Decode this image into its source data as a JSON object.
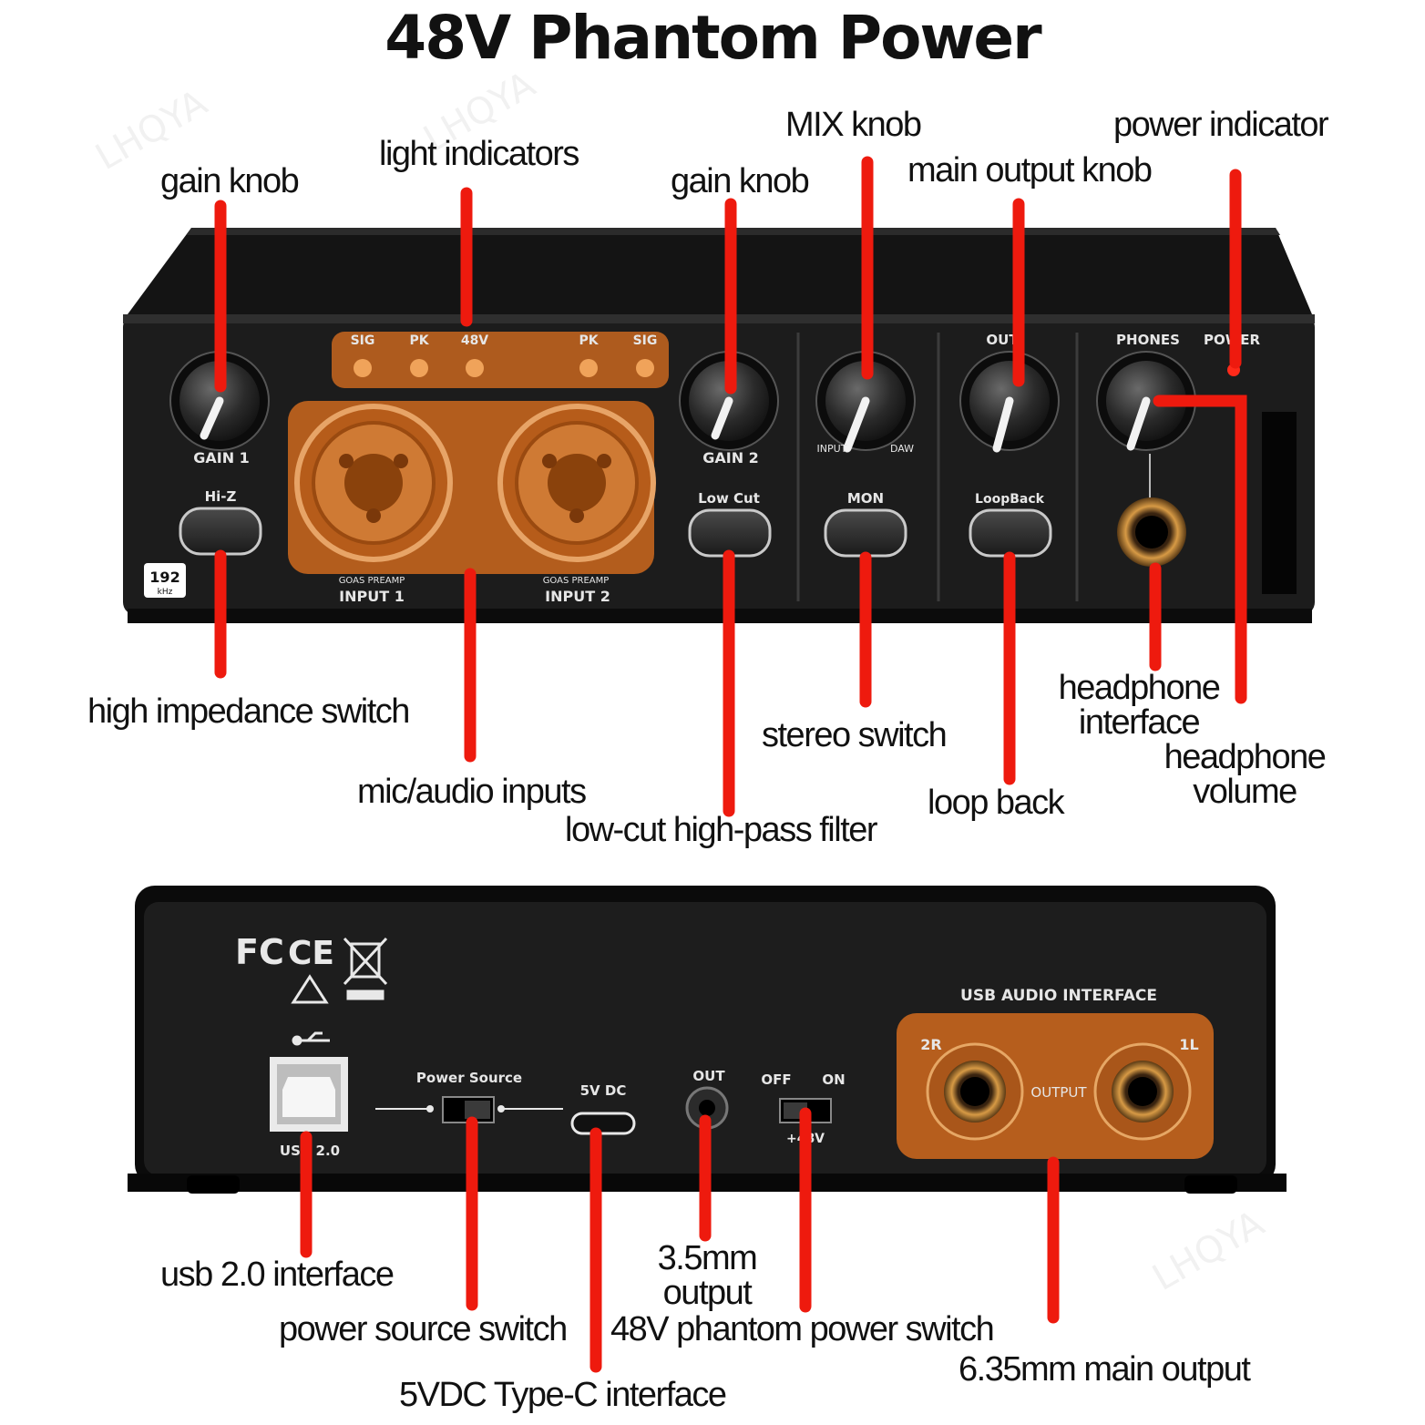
{
  "title": "48V Phantom Power",
  "watermark": "LHQYA",
  "front_panel": {
    "indicator_labels": [
      "SIG",
      "PK",
      "48V",
      "PK",
      "SIG"
    ],
    "gain1": "GAIN 1",
    "gain2": "GAIN 2",
    "hiz": "Hi-Z",
    "lowcut": "Low Cut",
    "mon": "MON",
    "loopback": "LoopBack",
    "phones": "PHONES",
    "power": "POWER",
    "input1": "INPUT 1",
    "input2": "INPUT 2",
    "preamp": "GOAS PREAMP",
    "sample_rate_value": "192",
    "sample_rate_unit": "kHz",
    "mix_left": "INPUT",
    "mix_right": "DAW",
    "out": "OUT"
  },
  "rear_panel": {
    "usb_label": "USB 2.0",
    "power_source": "Power Source",
    "dc": "5V DC",
    "out": "OUT",
    "off": "OFF",
    "on": "ON",
    "phantom": "+48V",
    "interface_name": "USB AUDIO INTERFACE",
    "ch_r": "2R",
    "ch_l": "1L",
    "output": "OUTPUT",
    "cert_fc": "FC",
    "cert_ce": "CE"
  },
  "callouts": {
    "gain_knob_1": "gain knob",
    "light_indicators": "light indicators",
    "gain_knob_2": "gain knob",
    "mix_knob": "MIX knob",
    "main_output_knob": "main output knob",
    "power_indicator": "power indicator",
    "high_impedance_switch": "high impedance switch",
    "mic_audio_inputs": "mic/audio inputs",
    "low_cut_filter": "low-cut high-pass filter",
    "stereo_switch": "stereo switch",
    "loop_back": "loop back",
    "headphone_interface_1": "headphone",
    "headphone_interface_2": "interface",
    "headphone_volume_1": "headphone",
    "headphone_volume_2": "volume",
    "usb_interface": "usb 2.0 interface",
    "power_source_switch": "power source switch",
    "type_c": "5VDC Type-C interface",
    "mm35_1": "3.5mm",
    "mm35_2": "output",
    "phantom_switch": "48V phantom power switch",
    "main_output_635": "6.35mm main output"
  },
  "colors": {
    "callout_line": "#ee1a0e",
    "highlight": "#c8661e",
    "panel": "#1b1b1b",
    "chassis": "#0d0d0d"
  }
}
